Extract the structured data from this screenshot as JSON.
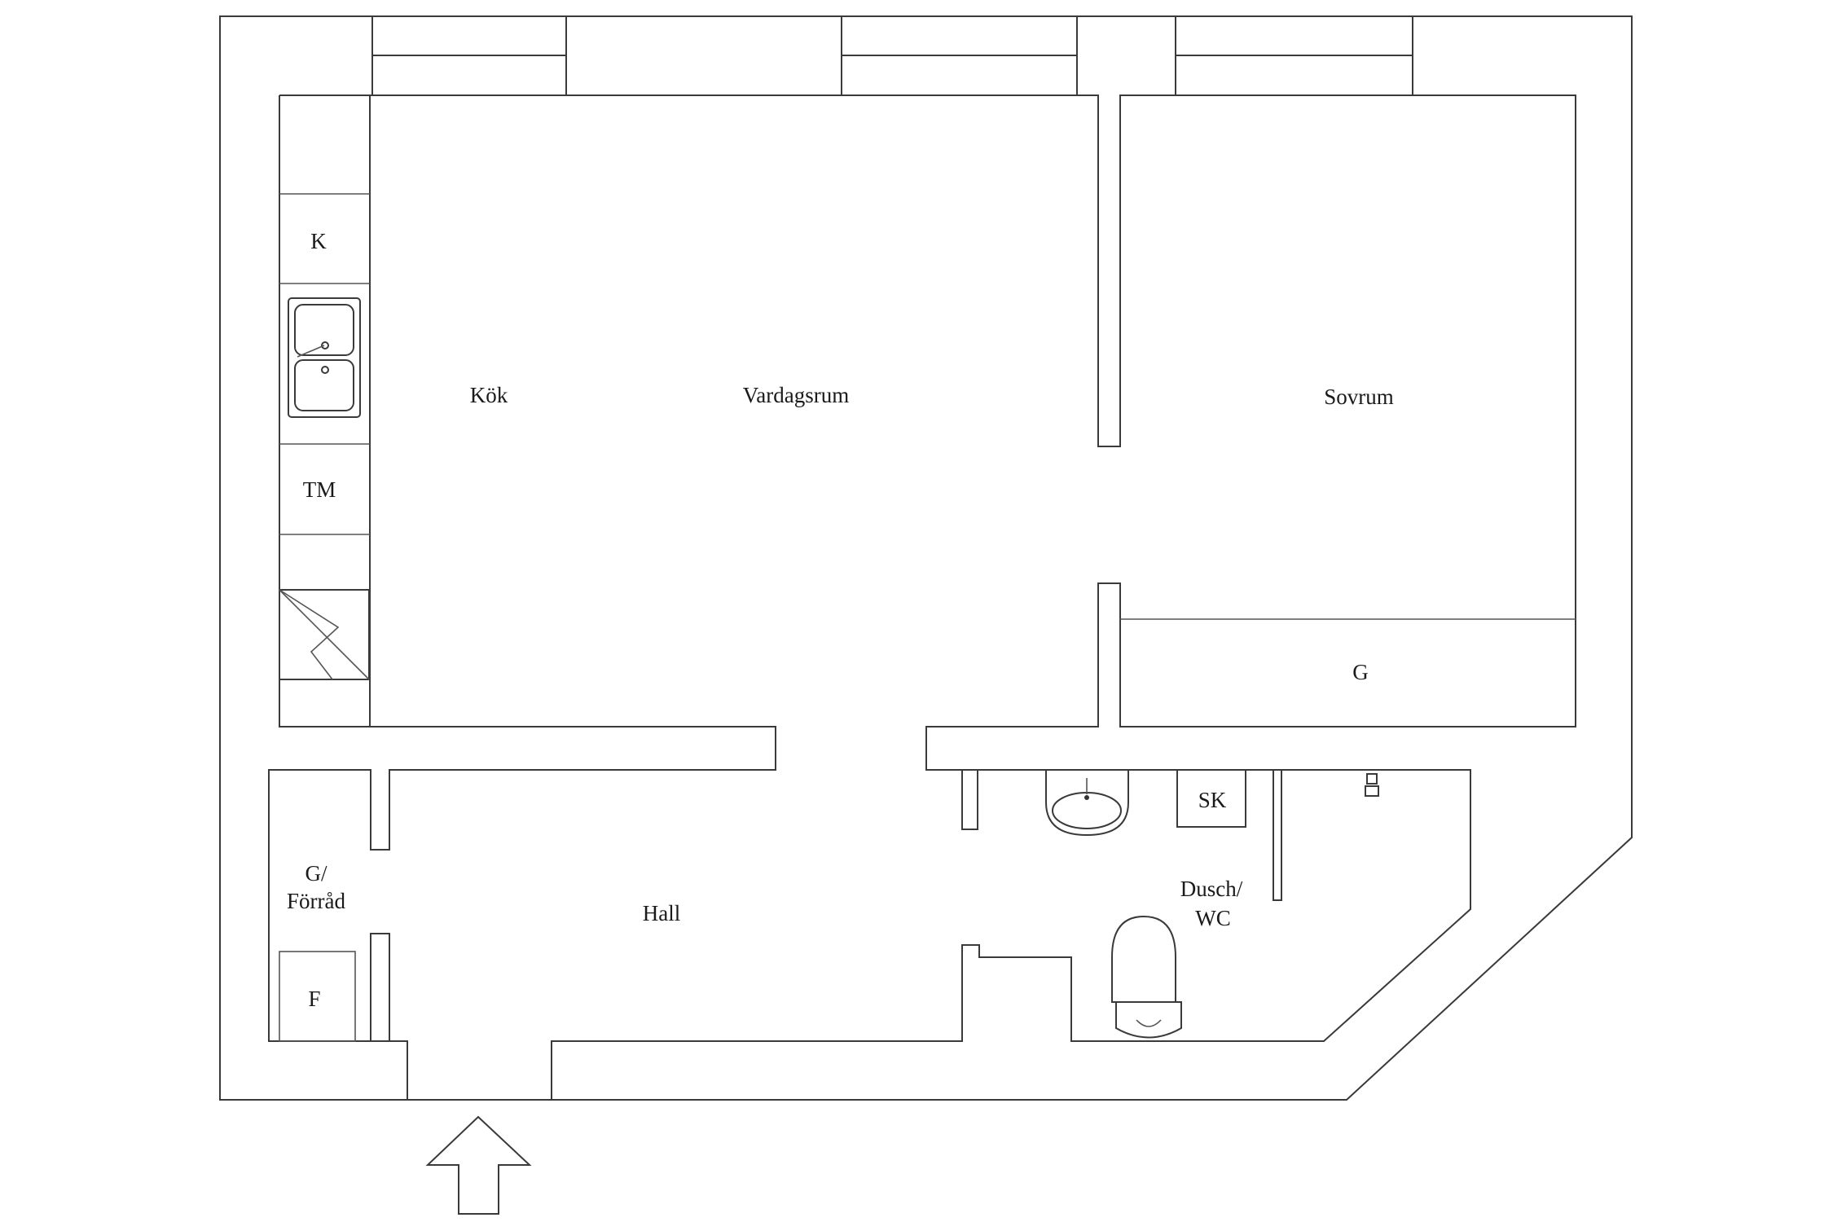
{
  "plan": {
    "rooms": {
      "kok": "Kök",
      "vardagsrum": "Vardagsrum",
      "sovrum": "Sovrum",
      "hall": "Hall",
      "dusch_wc_line1": "Dusch/",
      "dusch_wc_line2": "WC",
      "g_forrad_line1": "G/",
      "g_forrad_line2": "Förråd"
    },
    "fixtures": {
      "kyl": "K",
      "tm": "TM",
      "garderob": "G",
      "sk": "SK",
      "f": "F"
    }
  }
}
